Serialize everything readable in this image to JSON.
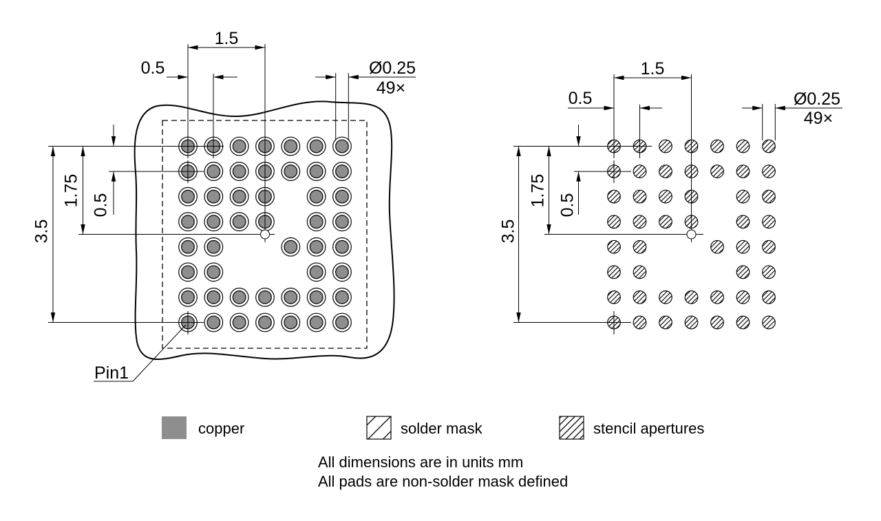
{
  "diagram": {
    "kind": "BGA land pattern footprint drawing (copper/solder-mask view and stencil view)",
    "dims": {
      "col_span": "1.5",
      "col_pitch": "0.5",
      "pad_diameter": "Ø0.25",
      "pad_count": "49×",
      "row_span": "3.5",
      "row_half_span": "1.75",
      "row_pitch": "0.5"
    },
    "pin1_label": "Pin1",
    "pad_grid": {
      "rows": 8,
      "cols": 7,
      "missing": [
        [
          2,
          4
        ],
        [
          3,
          4
        ],
        [
          4,
          2
        ],
        [
          4,
          3
        ],
        [
          5,
          2
        ],
        [
          5,
          3
        ],
        [
          5,
          4
        ]
      ],
      "total_pads": 49
    },
    "legend": {
      "copper": "copper",
      "solder_mask": "solder mask",
      "stencil_apertures": "stencil apertures"
    },
    "notes": {
      "line1": "All dimensions are in units mm",
      "line2": "All pads are non-solder mask defined"
    },
    "colors": {
      "copper": "#8e8e8e",
      "line": "#000000",
      "background": "#ffffff"
    }
  }
}
